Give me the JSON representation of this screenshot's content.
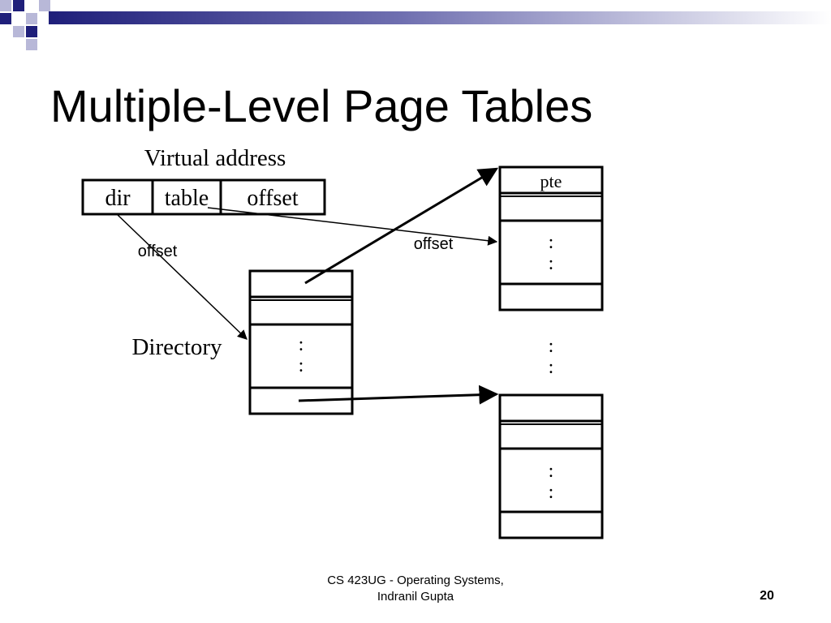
{
  "slide": {
    "title": "Multiple-Level Page Tables",
    "slide_number": "20",
    "footer_line1": "CS 423UG - Operating Systems,",
    "footer_line2": "Indranil Gupta"
  },
  "diagram": {
    "virtual_address_label": "Virtual address",
    "address_fields": [
      "dir",
      "table",
      "offset"
    ],
    "directory_label": "Directory",
    "dir_offset_label": "offset",
    "table_offset_label": "offset",
    "pte_label": "pte",
    "ellipsis": ":"
  },
  "colors": {
    "header_dark": "#1f1f7a",
    "header_mid": "#6f6fb0",
    "header_light": "#b8b8d8",
    "line": "#000000"
  }
}
